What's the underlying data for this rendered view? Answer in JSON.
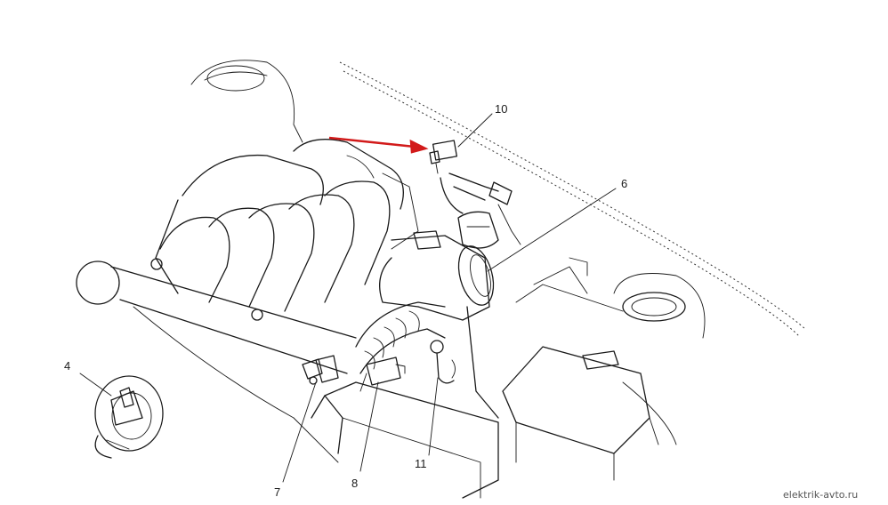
{
  "labels": {
    "l4": "4",
    "l6": "6",
    "l7": "7",
    "l8": "8",
    "l10": "10",
    "l11": "11"
  },
  "watermark": "elektrik-avto.ru",
  "colors": {
    "arrow": "#d21a1a",
    "line": "#1a1a1a",
    "background": "#ffffff"
  }
}
